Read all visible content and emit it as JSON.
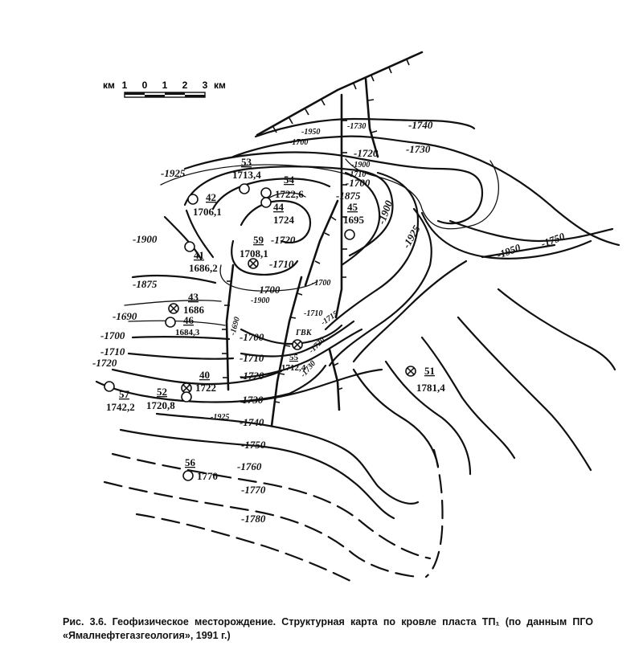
{
  "scale_bar": {
    "unit_left": "км",
    "ticks": [
      "1",
      "0",
      "1",
      "2",
      "3"
    ],
    "unit_right": "км"
  },
  "contour_labels": [
    "-1950",
    "-1700",
    "-1730",
    "-1740",
    "-1730",
    "-1720",
    "-1900",
    "-1710",
    "-1700",
    "-1875",
    "-1900",
    "-1925",
    "-1950",
    "-1750",
    "-1925",
    "-1900",
    "-1875",
    "-1720",
    "-1710",
    "-1700",
    "-1700",
    "-1900",
    "-1690",
    "-1700",
    "-1710",
    "-1720",
    "-1690",
    "-1700",
    "-1710",
    "-1720",
    "-1710",
    "-1715",
    "-1720",
    "-1730",
    "-1730",
    "-1925",
    "-1740",
    "-1750",
    "-1760",
    "-1770",
    "-1780"
  ],
  "gwc_label": "ГВК",
  "wells": [
    {
      "number": "53",
      "depth": "1713,4",
      "symbol": "open"
    },
    {
      "number": "54",
      "depth": "1722,6",
      "symbol": "open"
    },
    {
      "number": "42",
      "depth": "1706,1",
      "symbol": "open"
    },
    {
      "number": "44",
      "depth": "1724",
      "symbol": "open"
    },
    {
      "number": "45",
      "depth": "1695",
      "symbol": "open"
    },
    {
      "number": "41",
      "depth": "1686,2",
      "symbol": "open"
    },
    {
      "number": "59",
      "depth": "1708,1",
      "symbol": "crossed"
    },
    {
      "number": "43",
      "depth": "1686",
      "symbol": "crossed"
    },
    {
      "number": "46",
      "depth": "1684,3",
      "symbol": "open"
    },
    {
      "number": "55",
      "depth": "1712,4",
      "symbol": "crossed"
    },
    {
      "number": "51",
      "depth": "1781,4",
      "symbol": "crossed"
    },
    {
      "number": "40",
      "depth": "1722",
      "symbol": "crossed"
    },
    {
      "number": "57",
      "depth": "1742,2",
      "symbol": "open"
    },
    {
      "number": "52",
      "depth": "1720,8",
      "symbol": "open"
    },
    {
      "number": "56",
      "depth": "1770",
      "symbol": "open"
    }
  ],
  "caption": "Рис. 3.6. Геофизическое месторождение. Структурная карта по кровле пласта ТП₁ (по данным ПГО «Ямалнефтегазгеология», 1991 г.)"
}
